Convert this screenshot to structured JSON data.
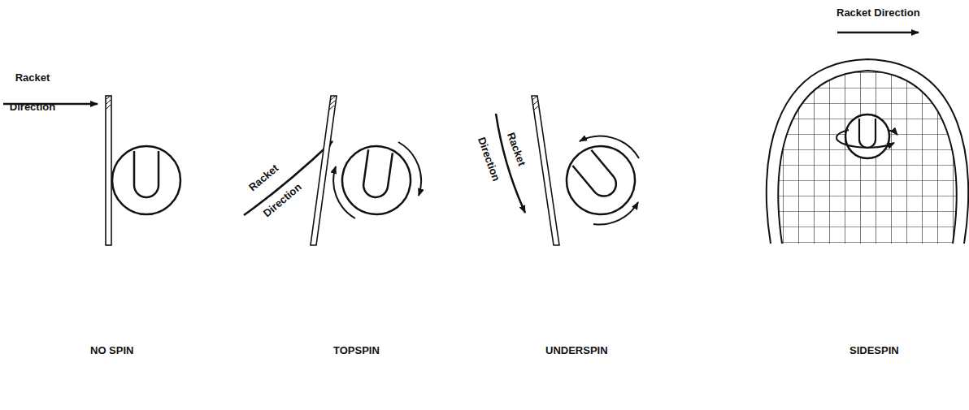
{
  "diagram": {
    "labels": [
      "Racket Direction",
      "Racket Direction",
      "Racket Direction",
      "Racket Direction",
      "NO SPIN",
      "TOPSPIN",
      "UNDERSPIN",
      "SIDESPIN"
    ]
  }
}
